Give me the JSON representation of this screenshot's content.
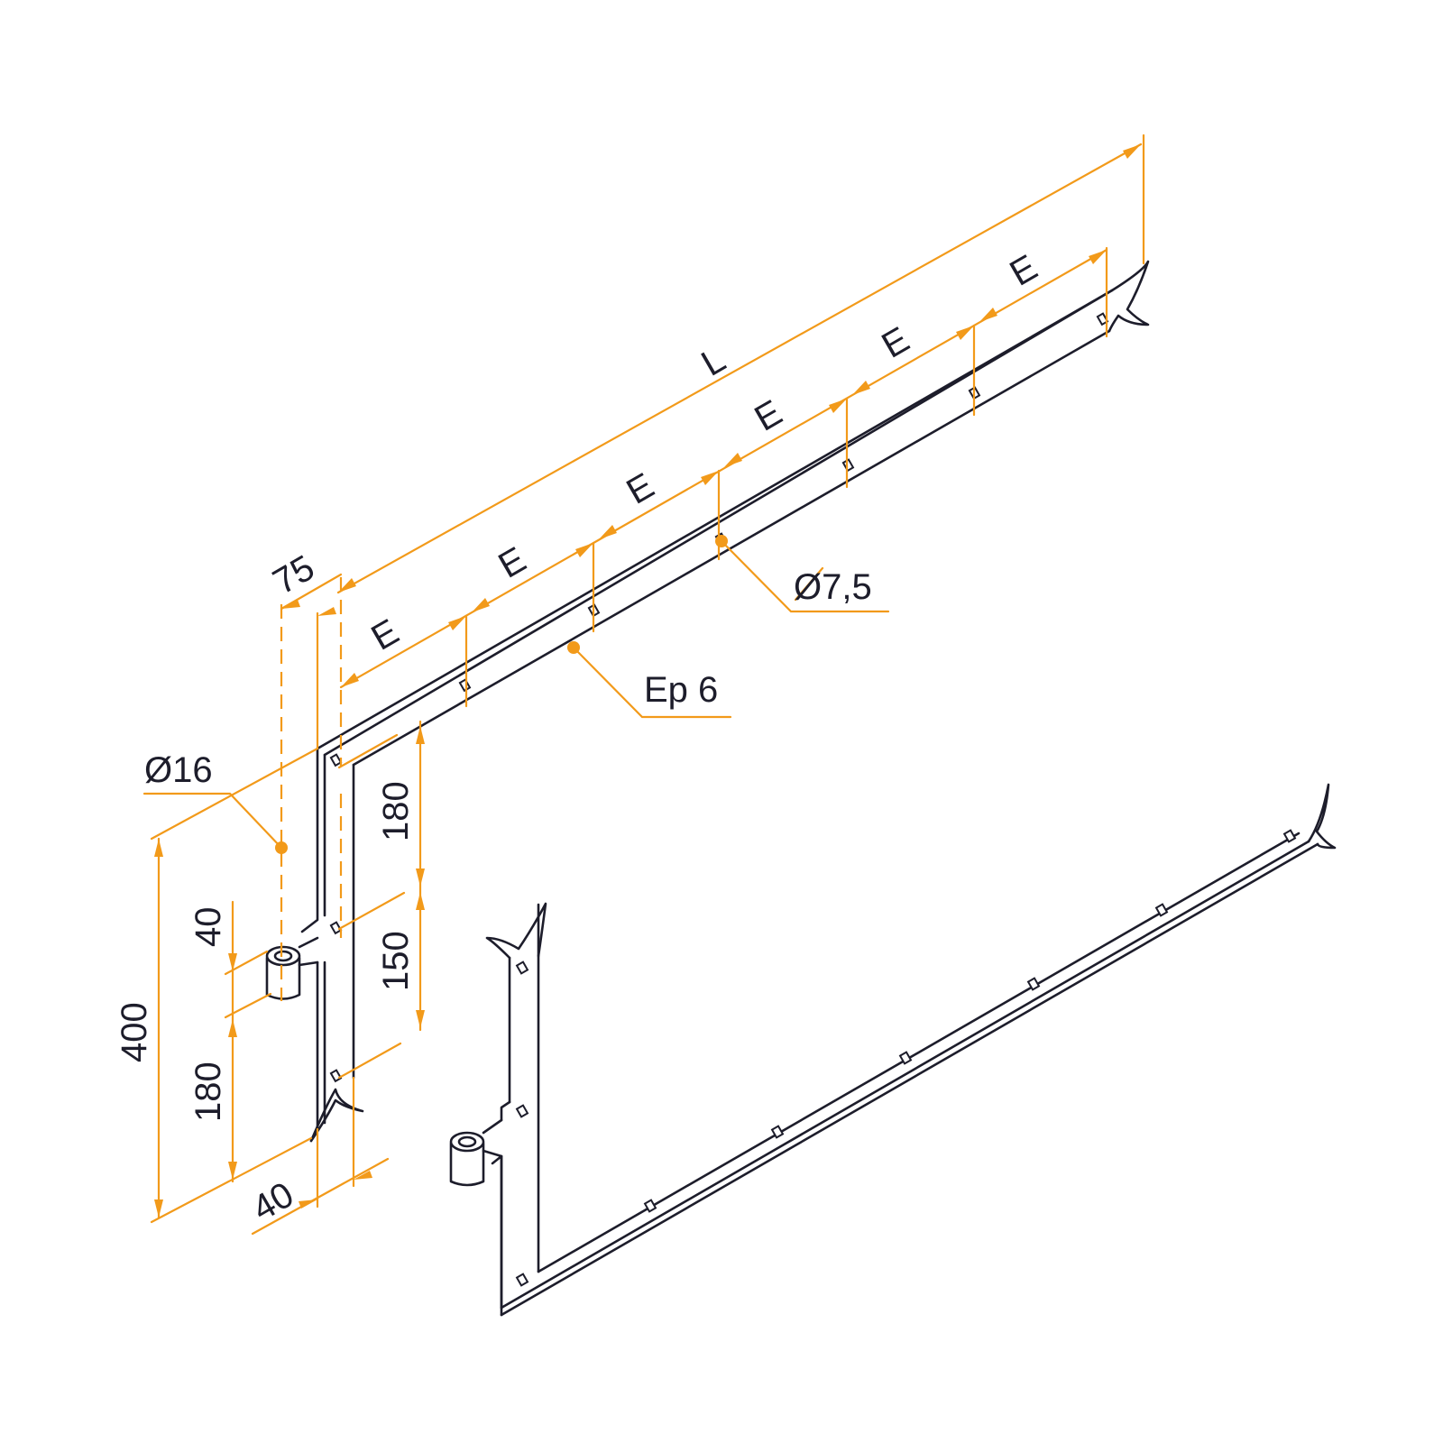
{
  "colors": {
    "part": "#1d1d2b",
    "dimension": "#f29a1a",
    "background": "#ffffff"
  },
  "labels": {
    "length": "L",
    "spacing": "E",
    "hole_diameter": "Ø7,5",
    "thickness": "Ep 6",
    "pin_diameter": "Ø16",
    "offset": "75",
    "height_total": "400",
    "height_upper": "40",
    "height_lower": "180",
    "arm_top": "180",
    "arm_mid": "150",
    "width": "40"
  }
}
